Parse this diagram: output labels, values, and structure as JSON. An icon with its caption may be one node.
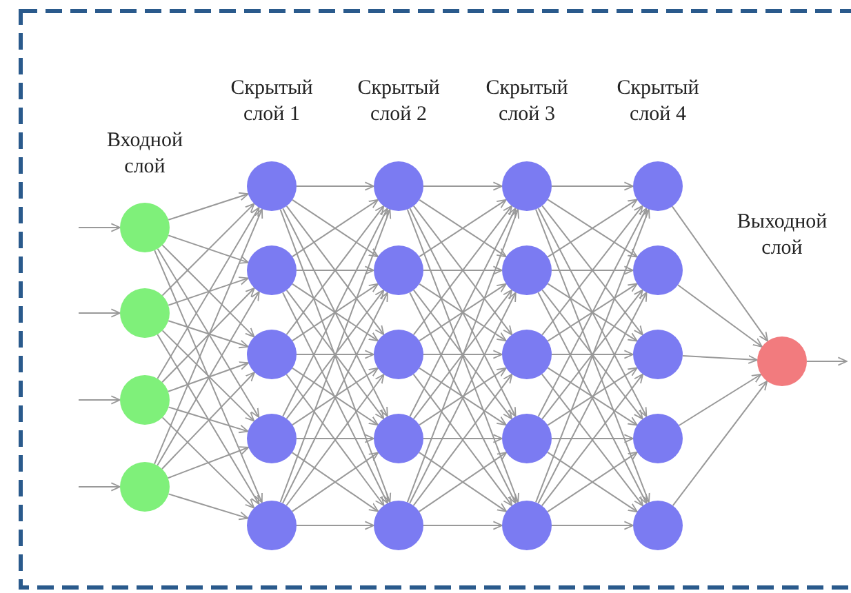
{
  "diagram": {
    "nodes": [
      {
        "text": [],
        "shape": "circle"
      },
      {
        "text": [],
        "shape": "circle"
      },
      {
        "text": [],
        "shape": "circle"
      },
      {
        "text": [],
        "shape": "circle"
      },
      {
        "text": [],
        "shape": "circle"
      },
      {
        "text": [],
        "shape": "circle"
      },
      {
        "text": [],
        "shape": "circle"
      },
      {
        "text": [],
        "shape": "circle"
      },
      {
        "text": [],
        "shape": "circle"
      },
      {
        "text": [],
        "shape": "circle"
      },
      {
        "text": [],
        "shape": "circle"
      },
      {
        "text": [],
        "shape": "circle"
      },
      {
        "text": [],
        "shape": "circle"
      },
      {
        "text": [],
        "shape": "circle"
      },
      {
        "text": [],
        "shape": "circle"
      },
      {
        "text": [],
        "shape": "circle"
      },
      {
        "text": [],
        "shape": "circle"
      },
      {
        "text": [],
        "shape": "circle"
      },
      {
        "text": [],
        "shape": "circle"
      },
      {
        "text": [],
        "shape": "circle"
      },
      {
        "text": [],
        "shape": "circle"
      },
      {
        "text": [],
        "shape": "circle"
      },
      {
        "text": [],
        "shape": "circle"
      },
      {
        "text": [],
        "shape": "circle"
      },
      {
        "text": [],
        "shape": "circle"
      }
    ],
    "edges": [
      {
        "from": null,
        "to": 0,
        "arrow": "to"
      },
      {
        "from": null,
        "to": 1,
        "arrow": "to"
      },
      {
        "from": null,
        "to": 2,
        "arrow": "to"
      },
      {
        "from": null,
        "to": 3,
        "arrow": "to"
      },
      {
        "from": 0,
        "to": 4,
        "arrow": "to"
      },
      {
        "from": 0,
        "to": 5,
        "arrow": "to"
      },
      {
        "from": 0,
        "to": 6,
        "arrow": "to"
      },
      {
        "from": 0,
        "to": 7,
        "arrow": "to"
      },
      {
        "from": 0,
        "to": 8,
        "arrow": "to"
      },
      {
        "from": 1,
        "to": 4,
        "arrow": "to"
      },
      {
        "from": 1,
        "to": 5,
        "arrow": "to"
      },
      {
        "from": 1,
        "to": 6,
        "arrow": "to"
      },
      {
        "from": 1,
        "to": 7,
        "arrow": "to"
      },
      {
        "from": 1,
        "to": 8,
        "arrow": "to"
      },
      {
        "from": 2,
        "to": 4,
        "arrow": "to"
      },
      {
        "from": 2,
        "to": 5,
        "arrow": "to"
      },
      {
        "from": 2,
        "to": 6,
        "arrow": "to"
      },
      {
        "from": 2,
        "to": 7,
        "arrow": "to"
      },
      {
        "from": 2,
        "to": 8,
        "arrow": "to"
      },
      {
        "from": 3,
        "to": 4,
        "arrow": "to"
      },
      {
        "from": 3,
        "to": 5,
        "arrow": "to"
      },
      {
        "from": 3,
        "to": 6,
        "arrow": "to"
      },
      {
        "from": 3,
        "to": 7,
        "arrow": "to"
      },
      {
        "from": 3,
        "to": 8,
        "arrow": "to"
      },
      {
        "from": 4,
        "to": 9,
        "arrow": "to"
      },
      {
        "from": 4,
        "to": 10,
        "arrow": "to"
      },
      {
        "from": 4,
        "to": 11,
        "arrow": "to"
      },
      {
        "from": 4,
        "to": 12,
        "arrow": "to"
      },
      {
        "from": 4,
        "to": 13,
        "arrow": "to"
      },
      {
        "from": 5,
        "to": 9,
        "arrow": "to"
      },
      {
        "from": 5,
        "to": 10,
        "arrow": "to"
      },
      {
        "from": 5,
        "to": 11,
        "arrow": "to"
      },
      {
        "from": 5,
        "to": 12,
        "arrow": "to"
      },
      {
        "from": 5,
        "to": 13,
        "arrow": "to"
      },
      {
        "from": 6,
        "to": 9,
        "arrow": "to"
      },
      {
        "from": 6,
        "to": 10,
        "arrow": "to"
      },
      {
        "from": 6,
        "to": 11,
        "arrow": "to"
      },
      {
        "from": 6,
        "to": 12,
        "arrow": "to"
      },
      {
        "from": 6,
        "to": 13,
        "arrow": "to"
      },
      {
        "from": 7,
        "to": 9,
        "arrow": "to"
      },
      {
        "from": 7,
        "to": 10,
        "arrow": "to"
      },
      {
        "from": 7,
        "to": 11,
        "arrow": "to"
      },
      {
        "from": 7,
        "to": 12,
        "arrow": "to"
      },
      {
        "from": 7,
        "to": 13,
        "arrow": "to"
      },
      {
        "from": 8,
        "to": 9,
        "arrow": "to"
      },
      {
        "from": 8,
        "to": 10,
        "arrow": "to"
      },
      {
        "from": 8,
        "to": 11,
        "arrow": "to"
      },
      {
        "from": 8,
        "to": 12,
        "arrow": "to"
      },
      {
        "from": 8,
        "to": 13,
        "arrow": "to"
      },
      {
        "from": 9,
        "to": 14,
        "arrow": "to"
      },
      {
        "from": 9,
        "to": 15,
        "arrow": "to"
      },
      {
        "from": 9,
        "to": 16,
        "arrow": "to"
      },
      {
        "from": 9,
        "to": 17,
        "arrow": "to"
      },
      {
        "from": 9,
        "to": 18,
        "arrow": "to"
      },
      {
        "from": 10,
        "to": 14,
        "arrow": "to"
      },
      {
        "from": 10,
        "to": 15,
        "arrow": "to"
      },
      {
        "from": 10,
        "to": 16,
        "arrow": "to"
      },
      {
        "from": 10,
        "to": 17,
        "arrow": "to"
      },
      {
        "from": 10,
        "to": 18,
        "arrow": "to"
      },
      {
        "from": 11,
        "to": 14,
        "arrow": "to"
      },
      {
        "from": 11,
        "to": 15,
        "arrow": "to"
      },
      {
        "from": 11,
        "to": 16,
        "arrow": "to"
      },
      {
        "from": 11,
        "to": 17,
        "arrow": "to"
      },
      {
        "from": 11,
        "to": 18,
        "arrow": "to"
      },
      {
        "from": 12,
        "to": 14,
        "arrow": "to"
      },
      {
        "from": 12,
        "to": 15,
        "arrow": "to"
      },
      {
        "from": 12,
        "to": 16,
        "arrow": "to"
      },
      {
        "from": 12,
        "to": 17,
        "arrow": "to"
      },
      {
        "from": 12,
        "to": 18,
        "arrow": "to"
      },
      {
        "from": 13,
        "to": 14,
        "arrow": "to"
      },
      {
        "from": 13,
        "to": 15,
        "arrow": "to"
      },
      {
        "from": 13,
        "to": 16,
        "arrow": "to"
      },
      {
        "from": 13,
        "to": 17,
        "arrow": "to"
      },
      {
        "from": 13,
        "to": 18,
        "arrow": "to"
      },
      {
        "from": 14,
        "to": 19,
        "arrow": "to"
      },
      {
        "from": 14,
        "to": 20,
        "arrow": "to"
      },
      {
        "from": 14,
        "to": 21,
        "arrow": "to"
      },
      {
        "from": 14,
        "to": 22,
        "arrow": "to"
      },
      {
        "from": 14,
        "to": 23,
        "arrow": "to"
      },
      {
        "from": 15,
        "to": 19,
        "arrow": "to"
      },
      {
        "from": 15,
        "to": 20,
        "arrow": "to"
      },
      {
        "from": 15,
        "to": 21,
        "arrow": "to"
      },
      {
        "from": 15,
        "to": 22,
        "arrow": "to"
      },
      {
        "from": 15,
        "to": 23,
        "arrow": "to"
      },
      {
        "from": 16,
        "to": 19,
        "arrow": "to"
      },
      {
        "from": 16,
        "to": 20,
        "arrow": "to"
      },
      {
        "from": 16,
        "to": 21,
        "arrow": "to"
      },
      {
        "from": 16,
        "to": 22,
        "arrow": "to"
      },
      {
        "from": 16,
        "to": 23,
        "arrow": "to"
      },
      {
        "from": 17,
        "to": 19,
        "arrow": "to"
      },
      {
        "from": 17,
        "to": 20,
        "arrow": "to"
      },
      {
        "from": 17,
        "to": 21,
        "arrow": "to"
      },
      {
        "from": 17,
        "to": 22,
        "arrow": "to"
      },
      {
        "from": 17,
        "to": 23,
        "arrow": "to"
      },
      {
        "from": 18,
        "to": 19,
        "arrow": "to"
      },
      {
        "from": 18,
        "to": 20,
        "arrow": "to"
      },
      {
        "from": 18,
        "to": 21,
        "arrow": "to"
      },
      {
        "from": 18,
        "to": 22,
        "arrow": "to"
      },
      {
        "from": 18,
        "to": 23,
        "arrow": "to"
      },
      {
        "from": 19,
        "to": 24,
        "arrow": "to"
      },
      {
        "from": 20,
        "to": 24,
        "arrow": "to"
      },
      {
        "from": 21,
        "to": 24,
        "arrow": "to"
      },
      {
        "from": 22,
        "to": 24,
        "arrow": "to"
      },
      {
        "from": 23,
        "to": 24,
        "arrow": "to"
      },
      {
        "from": 24,
        "to": null,
        "arrow": "to"
      }
    ],
    "labels": [
      "Входной слой",
      "Скрытый слой 1",
      "Скрытый слой 2",
      "Скрытый слой 3",
      "Скрытый слой 4",
      "Выходной слой"
    ]
  }
}
